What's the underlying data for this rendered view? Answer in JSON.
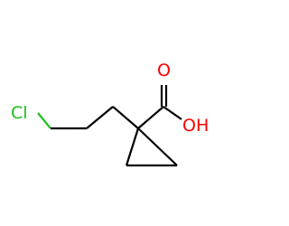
{
  "molecule": {
    "atoms": {
      "chlorine": "Cl",
      "carbonyl_oxygen": "O",
      "hydroxyl": "OH"
    },
    "colors": {
      "bond": "#000000",
      "chlorine": "#1fbf1f",
      "oxygen": "#ff0000"
    }
  }
}
